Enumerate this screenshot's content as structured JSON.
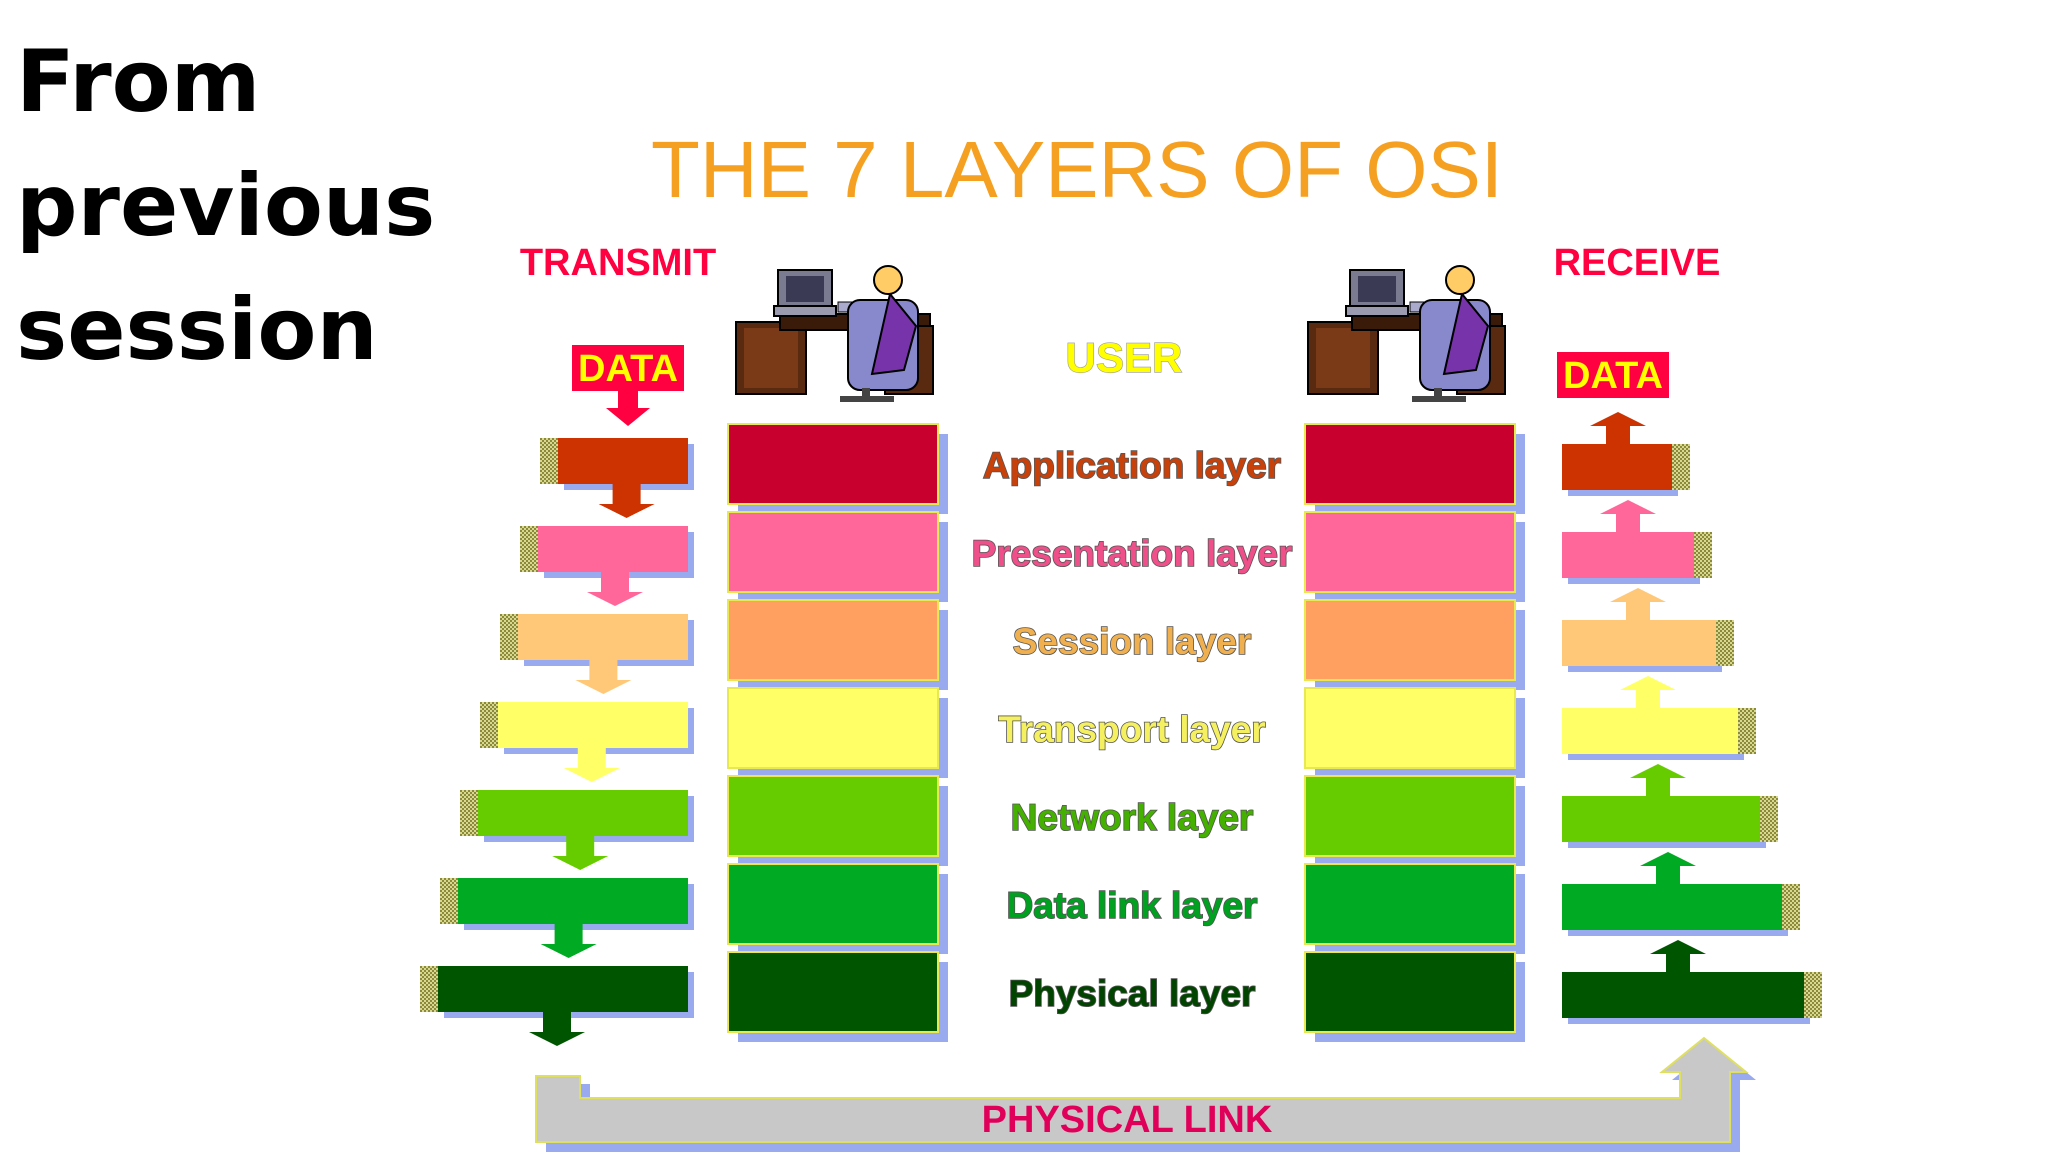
{
  "slide": {
    "title_lines": [
      "From",
      "previous",
      "session"
    ]
  },
  "diagram": {
    "title": "THE 7 LAYERS OF OSI",
    "title_color": "#f5a021",
    "transmit_label": "TRANSMIT",
    "receive_label": "RECEIVE",
    "side_label_color": "#ff0040",
    "user_label": "USER",
    "user_color": "#ffff00",
    "data_label_left": "DATA",
    "data_label_right": "DATA",
    "data_box_color": "#ff0040",
    "data_text_color": "#ffff00",
    "physical_link_label": "PHYSICAL LINK",
    "physical_link_color": "#e0005a",
    "link_fill": "#c8c8c8",
    "layers": [
      {
        "name": "Application layer",
        "fill": "#c8002e",
        "arrow": "#cc3300",
        "text": "#c8400a"
      },
      {
        "name": "Presentation layer",
        "fill": "#ff6699",
        "arrow": "#ff6699",
        "text": "#f0508a"
      },
      {
        "name": "Session layer",
        "fill": "#ffa060",
        "arrow": "#ffc878",
        "text": "#f0b050"
      },
      {
        "name": "Transport layer",
        "fill": "#ffff66",
        "arrow": "#ffff66",
        "text": "#f5f060"
      },
      {
        "name": "Network layer",
        "fill": "#66cc00",
        "arrow": "#66cc00",
        "text": "#44b000"
      },
      {
        "name": "Data link layer",
        "fill": "#00aa22",
        "arrow": "#00aa22",
        "text": "#00a020"
      },
      {
        "name": "Physical layer",
        "fill": "#005500",
        "arrow": "#005500",
        "text": "#004400"
      }
    ]
  }
}
